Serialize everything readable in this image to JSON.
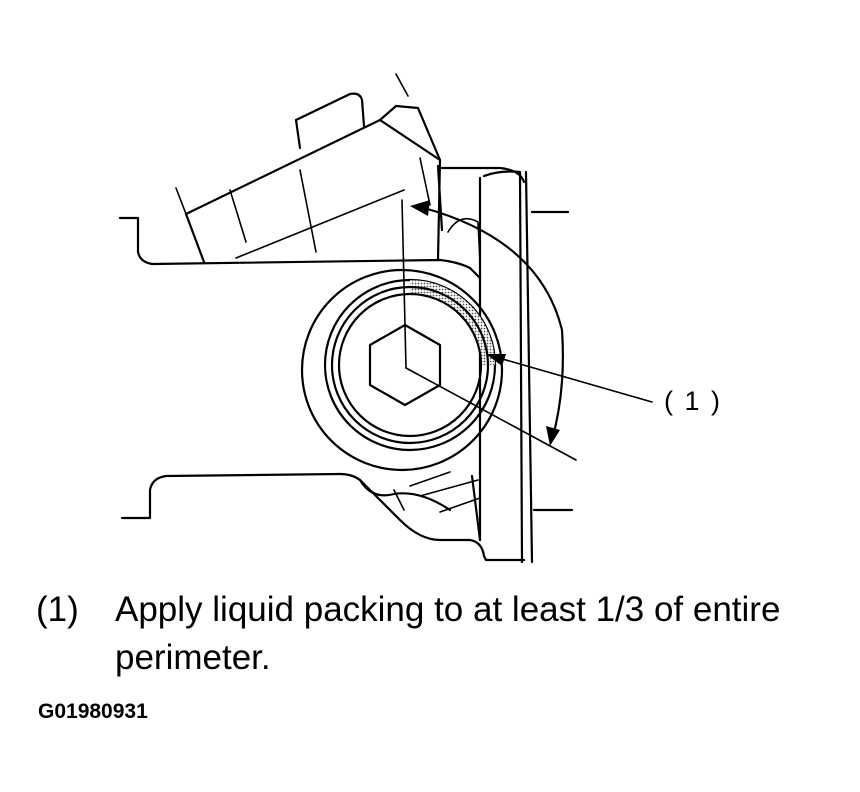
{
  "figure": {
    "callout_label": "( 1 )"
  },
  "note": {
    "number": "(1)",
    "text": "Apply liquid packing to at least 1/3 of entire perimeter."
  },
  "figure_id": "G01980931",
  "colors": {
    "line": "#000000",
    "background": "#ffffff",
    "packing_shading": "#b8b8b8"
  }
}
